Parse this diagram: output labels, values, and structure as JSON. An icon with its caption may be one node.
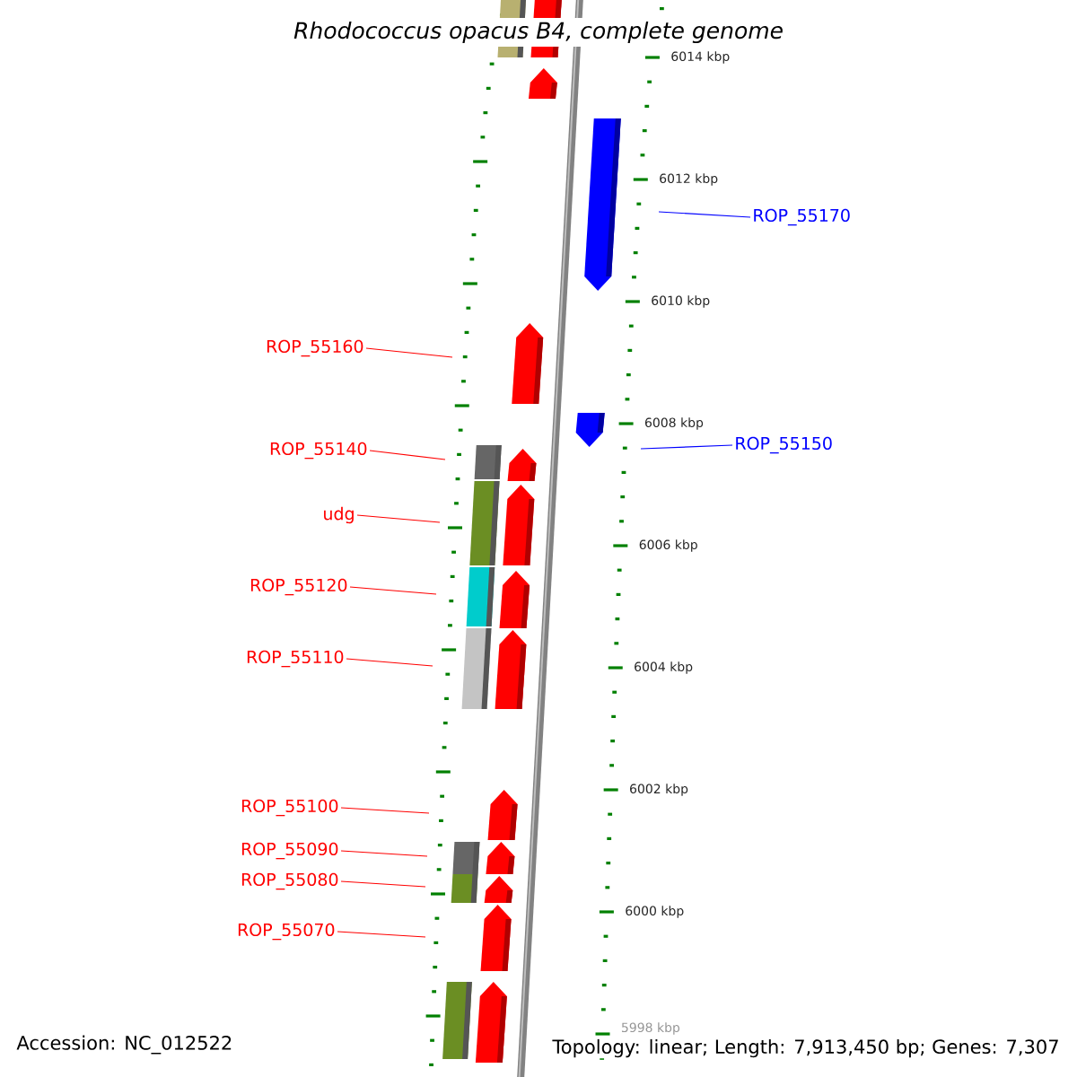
{
  "diagram": {
    "title": "Rhodococcus opacus B4, complete genome",
    "nodes": [
      {
        "text": [
          "ROP_55170"
        ]
      },
      {
        "text": [
          "ROP_55160"
        ]
      },
      {
        "text": [
          "ROP_55150"
        ]
      },
      {
        "text": [
          "ROP_55140"
        ]
      },
      {
        "text": [
          "udg"
        ]
      },
      {
        "text": [
          "ROP_55120"
        ]
      },
      {
        "text": [
          "ROP_55110"
        ]
      },
      {
        "text": [
          "ROP_55100"
        ]
      },
      {
        "text": [
          "ROP_55090"
        ]
      },
      {
        "text": [
          "ROP_55080"
        ]
      },
      {
        "text": [
          "ROP_55070"
        ]
      }
    ],
    "edges": [
      {
        "from": 0,
        "to": null,
        "arrow": "none",
        "color": "#0000ff"
      },
      {
        "from": 1,
        "to": null,
        "arrow": "none"
      },
      {
        "from": 2,
        "to": null,
        "arrow": "none",
        "color": "#0000ff"
      },
      {
        "from": 3,
        "to": null,
        "arrow": "none"
      },
      {
        "from": 4,
        "to": null,
        "arrow": "none"
      },
      {
        "from": 5,
        "to": null,
        "arrow": "none"
      },
      {
        "from": 6,
        "to": null,
        "arrow": "none"
      },
      {
        "from": 7,
        "to": null,
        "arrow": "none"
      },
      {
        "from": 8,
        "to": null,
        "arrow": "none"
      },
      {
        "from": 9,
        "to": null,
        "arrow": "none"
      },
      {
        "from": 10,
        "to": null,
        "arrow": "none"
      }
    ],
    "labels": [
      "6014 kbp",
      "6012 kbp",
      "6010 kbp",
      "6008 kbp",
      "6006 kbp",
      "6004 kbp",
      "6002 kbp",
      "6000 kbp",
      "5998 kbp",
      "Accession: NC_012522",
      "Topology: linear; Length: 7,913,450 bp; Genes: 7,307"
    ]
  }
}
